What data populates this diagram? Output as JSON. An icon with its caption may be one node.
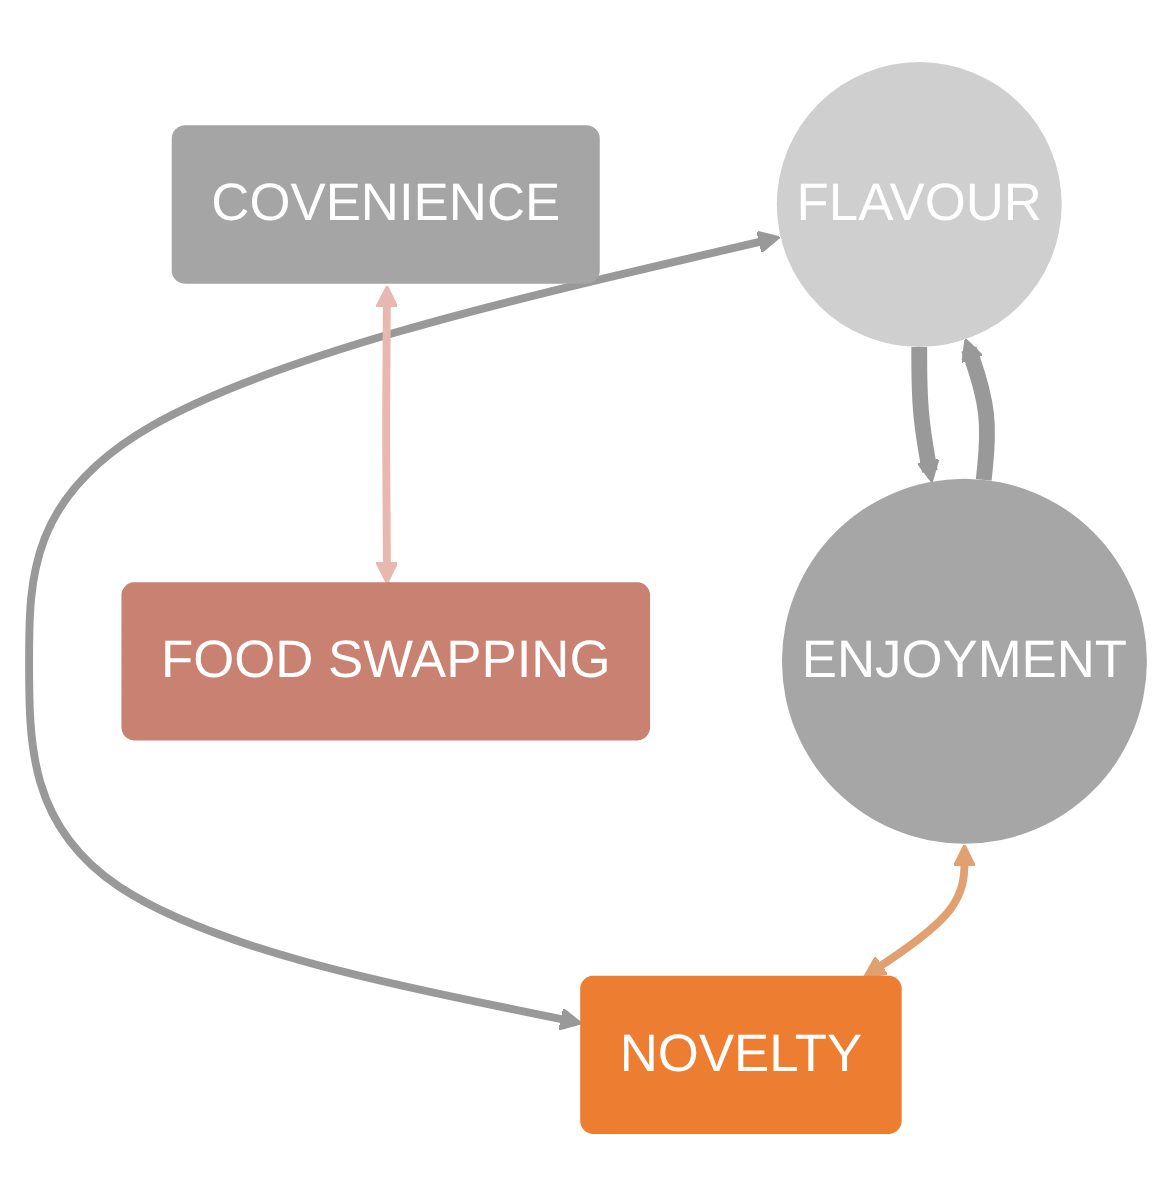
{
  "diagram": {
    "nodes": [
      {
        "text": [
          "FLAVOUR"
        ]
      },
      {
        "text": [
          "ENJOYMENT"
        ]
      },
      {
        "text": [
          "NOVELTY"
        ]
      },
      {
        "text": [
          "COVENIENCE"
        ]
      },
      {
        "text": [
          "FOOD SWAPPING"
        ]
      }
    ],
    "edges": [
      {
        "from": 0,
        "to": 1,
        "arrow": "to",
        "style": "thick"
      },
      {
        "from": 1,
        "to": 0,
        "arrow": "to",
        "style": "thick"
      },
      {
        "from": 0,
        "to": 2,
        "arrow": "both"
      },
      {
        "from": 1,
        "to": 2,
        "arrow": "both",
        "color": "#e0a070"
      },
      {
        "from": 3,
        "to": 4,
        "arrow": "both",
        "color": "#e8b8b0"
      }
    ]
  }
}
